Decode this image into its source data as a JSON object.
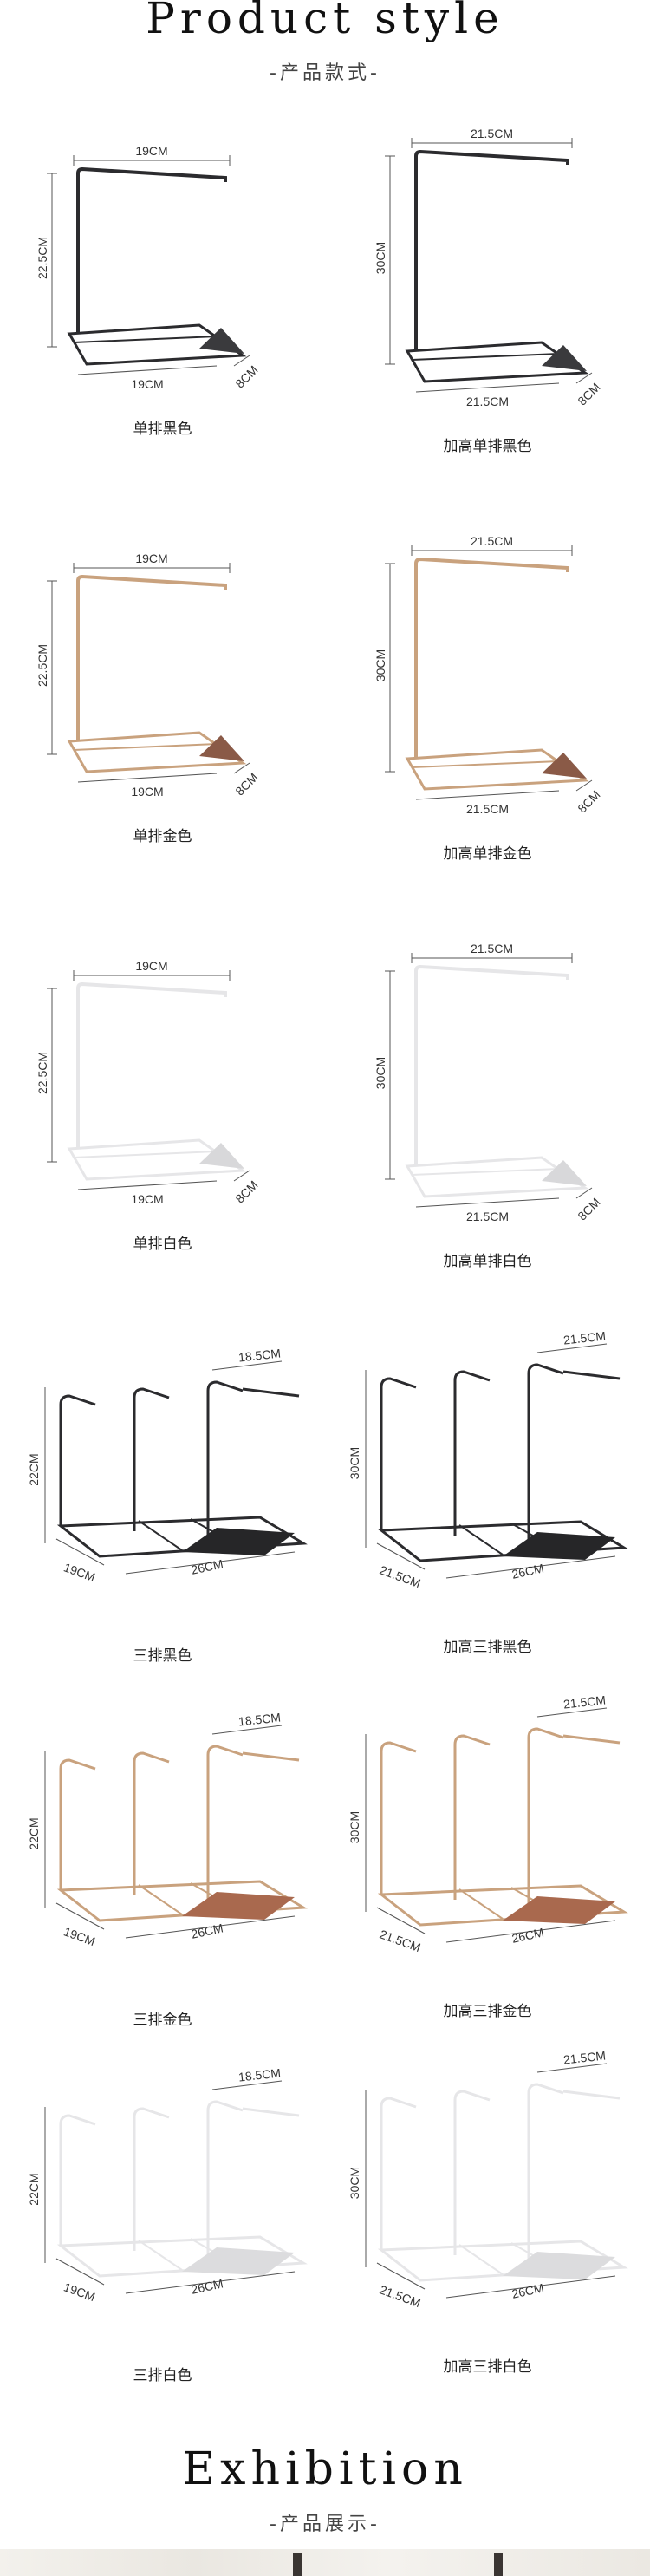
{
  "header": {
    "title": "Product style",
    "subtitle": "-产品款式-"
  },
  "products": [
    {
      "name": "单排黑色",
      "type": "single",
      "color": "#2b2b2e",
      "base": "#3a3a3d",
      "width": "19CM",
      "height": "22.5CM",
      "depth": "8CM",
      "tall": false
    },
    {
      "name": "加高单排黑色",
      "type": "single",
      "color": "#2b2b2e",
      "base": "#3a3a3d",
      "width": "21.5CM",
      "height": "30CM",
      "depth": "8CM",
      "tall": true
    },
    {
      "name": "单排金色",
      "type": "single",
      "color": "#c9a27e",
      "base": "#8a5a47",
      "width": "19CM",
      "height": "22.5CM",
      "depth": "8CM",
      "tall": false
    },
    {
      "name": "加高单排金色",
      "type": "single",
      "color": "#c9a27e",
      "base": "#8a5a47",
      "width": "21.5CM",
      "height": "30CM",
      "depth": "8CM",
      "tall": true
    },
    {
      "name": "单排白色",
      "type": "single",
      "color": "#e6e6e8",
      "base": "#d8d8da",
      "width": "19CM",
      "height": "22.5CM",
      "depth": "8CM",
      "tall": false
    },
    {
      "name": "加高单排白色",
      "type": "single",
      "color": "#e6e6e8",
      "base": "#d8d8da",
      "width": "21.5CM",
      "height": "30CM",
      "depth": "8CM",
      "tall": true
    },
    {
      "name": "三排黑色",
      "type": "triple",
      "color": "#2b2b2e",
      "base": "#262628",
      "width": "18.5CM",
      "height": "22CM",
      "depth": "19CM",
      "length": "26CM",
      "tall": false
    },
    {
      "name": "加高三排黑色",
      "type": "triple",
      "color": "#2b2b2e",
      "base": "#262628",
      "width": "21.5CM",
      "height": "30CM",
      "depth": "21.5CM",
      "length": "26CM",
      "tall": true
    },
    {
      "name": "三排金色",
      "type": "triple",
      "color": "#c9a27e",
      "base": "#a9694e",
      "width": "18.5CM",
      "height": "22CM",
      "depth": "19CM",
      "length": "26CM",
      "tall": false
    },
    {
      "name": "加高三排金色",
      "type": "triple",
      "color": "#c9a27e",
      "base": "#a9694e",
      "width": "21.5CM",
      "height": "30CM",
      "depth": "21.5CM",
      "length": "26CM",
      "tall": true
    },
    {
      "name": "三排白色",
      "type": "triple",
      "color": "#e6e6e8",
      "base": "#dcdcde",
      "width": "18.5CM",
      "height": "22CM",
      "depth": "19CM",
      "length": "26CM",
      "tall": false
    },
    {
      "name": "加高三排白色",
      "type": "triple",
      "color": "#e6e6e8",
      "base": "#dcdcde",
      "width": "21.5CM",
      "height": "30CM",
      "depth": "21.5CM",
      "length": "26CM",
      "tall": true
    }
  ],
  "exhibition": {
    "title": "Exhibition",
    "subtitle": "-产品展示-"
  }
}
